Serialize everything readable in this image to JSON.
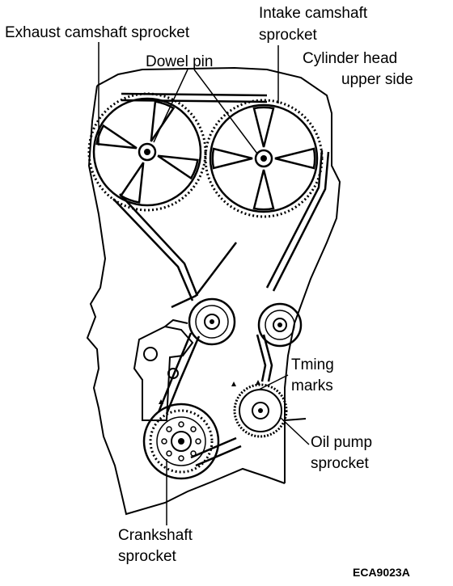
{
  "labels": {
    "exhaust_sprocket": "Exhaust camshaft sprocket",
    "intake_sprocket_line1": "Intake camshaft",
    "intake_sprocket_line2": "sprocket",
    "dowel_pin": "Dowel pin",
    "cylinder_head_line1": "Cylinder  head",
    "cylinder_head_line2": "upper side",
    "timing_marks_line1": "Tming",
    "timing_marks_line2": "marks",
    "oil_pump_line1": "Oil pump",
    "oil_pump_line2": "sprocket",
    "crankshaft_line1": "Crankshaft",
    "crankshaft_line2": "sprocket"
  },
  "figure_code": "ECA9023A",
  "colors": {
    "ink": "#000000",
    "paper": "#ffffff"
  }
}
